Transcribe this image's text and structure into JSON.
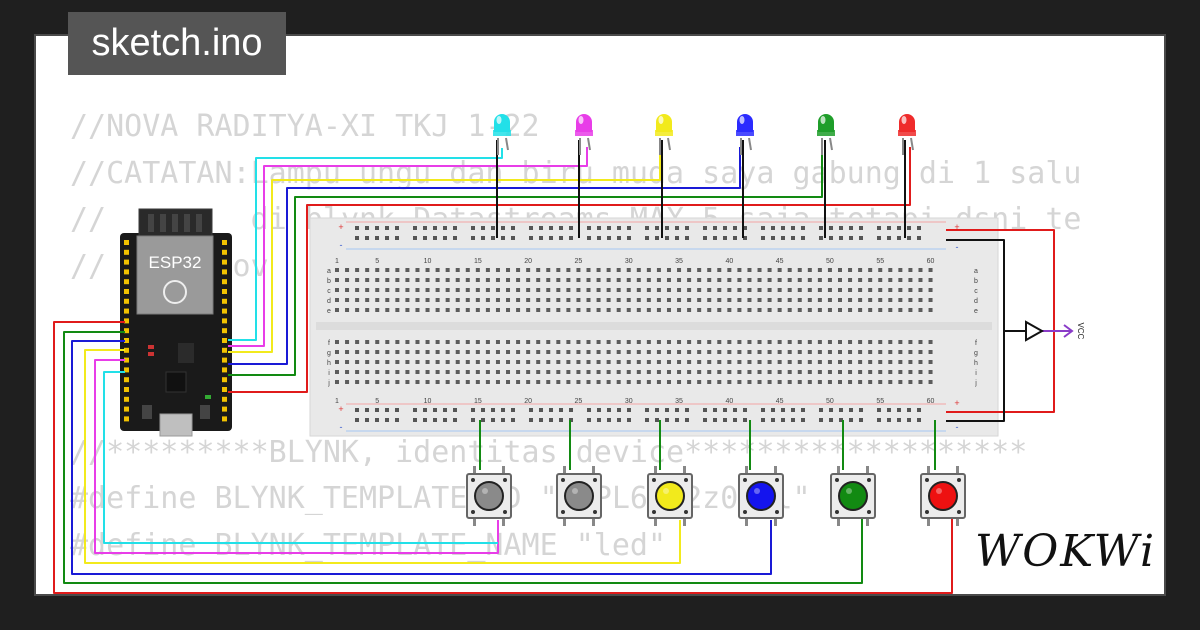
{
  "header": {
    "filename": "sketch.ino"
  },
  "code_lines": [
    "//NOVA RADITYA-XI TKJ 1-22",
    "//CATATAN:Lampu ungu dan biru muda saya gabung di 1 salu",
    "//        di blynk Datastreams MAX 5 saja tetapi dsni te",
    "// NAMA:nov",
    "",
    "",
    "",
    "//*********BLYNK, identitas device*******************",
    "#define BLYNK_TEMPLATE_ID \"TMPL6YV2z0RKl\"",
    "#define BLYNK_TEMPLATE_NAME \"led\""
  ],
  "esp32": {
    "label": "ESP32"
  },
  "power": {
    "label": "VCC"
  },
  "brand": {
    "logo": "WOKWi"
  },
  "breadboard": {
    "column_labels": [
      "1",
      "5",
      "10",
      "15",
      "20",
      "25",
      "30",
      "35",
      "40",
      "45",
      "50",
      "55",
      "60"
    ],
    "top_row_labels": [
      "a",
      "b",
      "c",
      "d",
      "e"
    ],
    "bottom_row_labels": [
      "f",
      "g",
      "h",
      "i",
      "j"
    ],
    "rail_plus": "+",
    "rail_minus": "-"
  },
  "leds": [
    {
      "id": "led-cyan",
      "color": "#22e0e8"
    },
    {
      "id": "led-magenta",
      "color": "#e83de8"
    },
    {
      "id": "led-yellow",
      "color": "#f2ea1c"
    },
    {
      "id": "led-blue",
      "color": "#2b2bff"
    },
    {
      "id": "led-green",
      "color": "#1f9e2a"
    },
    {
      "id": "led-red",
      "color": "#ef2b2b"
    }
  ],
  "buttons": [
    {
      "id": "button-gray-1",
      "color": "#8a8a8a"
    },
    {
      "id": "button-gray-2",
      "color": "#8a8a8a"
    },
    {
      "id": "button-yellow",
      "color": "#f2ea1c"
    },
    {
      "id": "button-blue",
      "color": "#1414ee"
    },
    {
      "id": "button-green",
      "color": "#128a12"
    },
    {
      "id": "button-red",
      "color": "#ee1111"
    }
  ],
  "wire_colors": {
    "cyan": "#22e0e8",
    "magenta": "#e83de8",
    "yellow": "#f2ea1c",
    "blue": "#1a1ad6",
    "green": "#128a12",
    "red": "#e01b1b",
    "black": "#111111",
    "purple": "#8a3cc8"
  }
}
